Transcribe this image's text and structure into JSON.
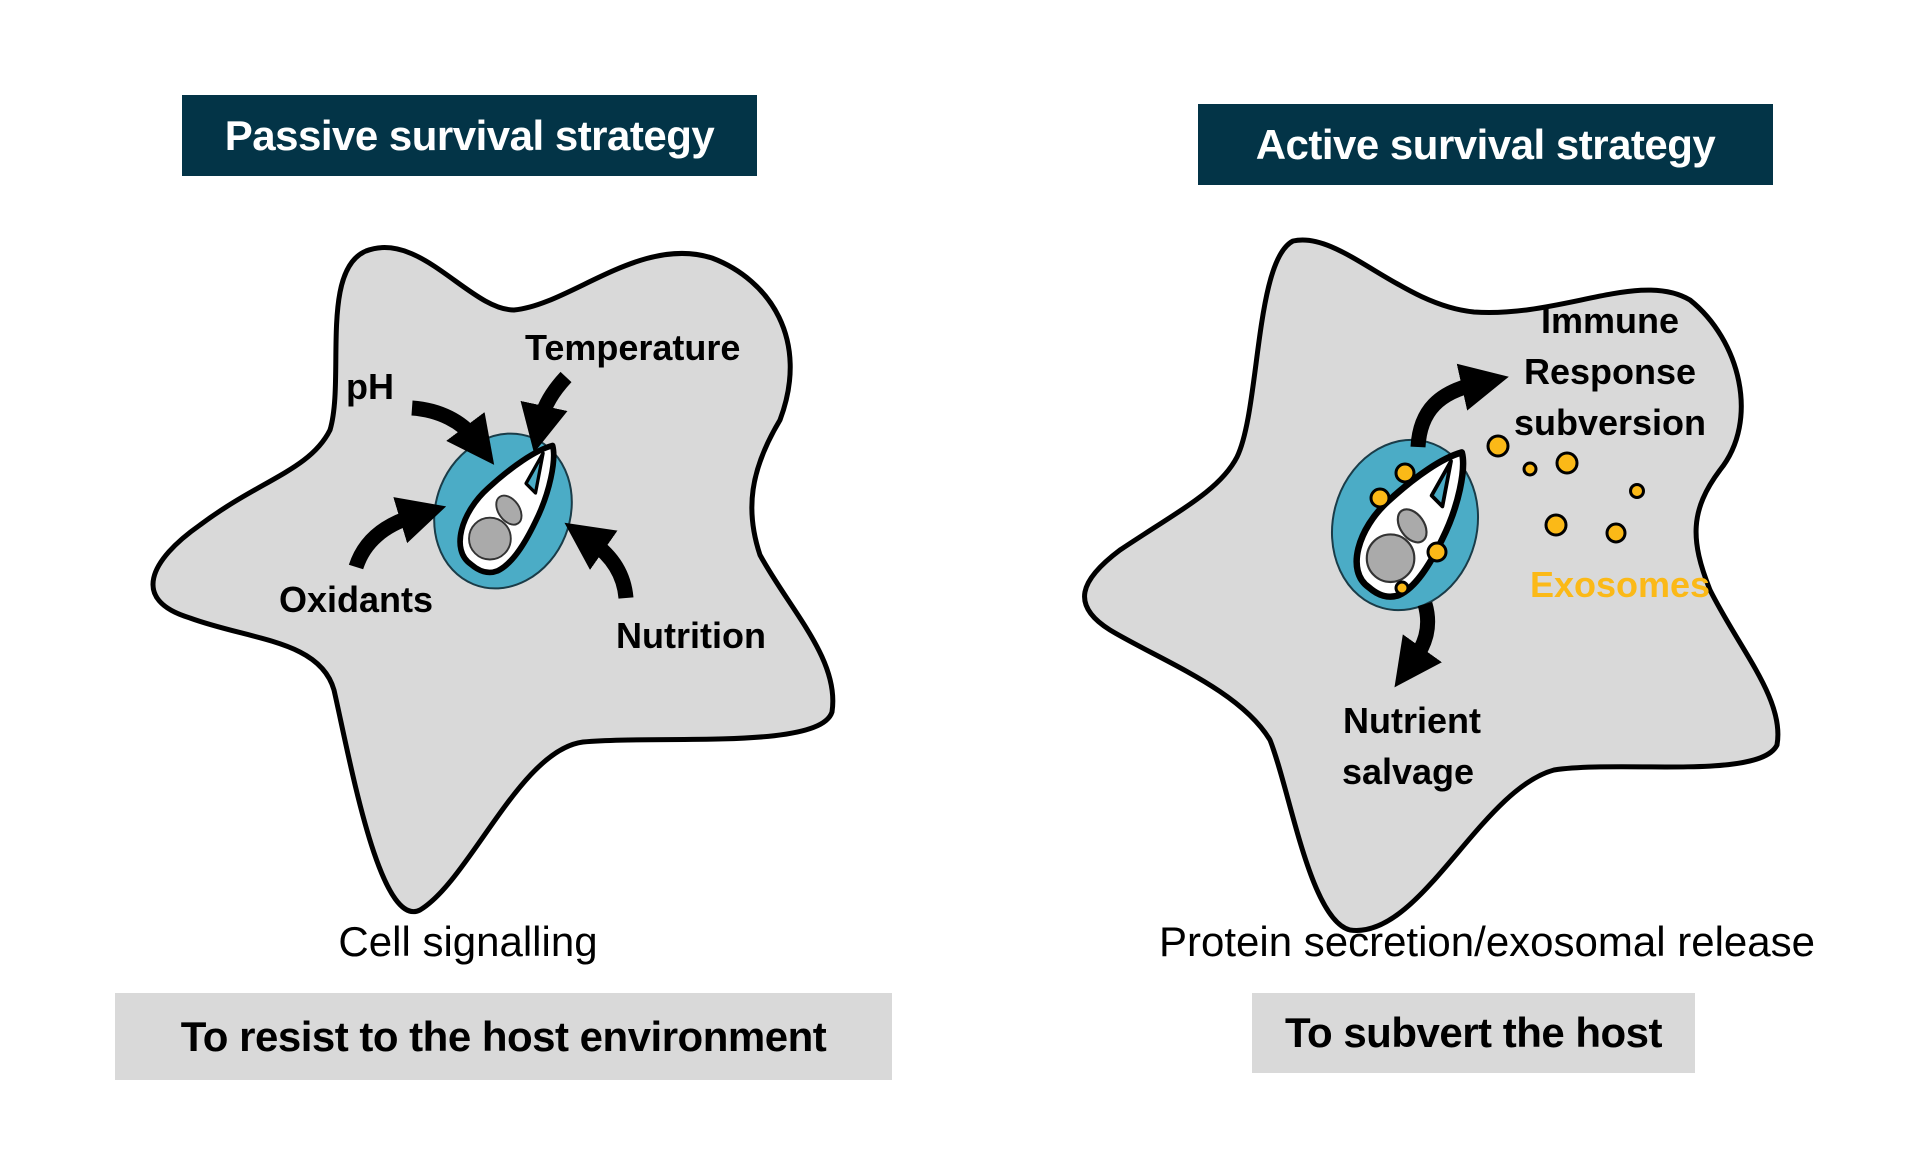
{
  "panels": {
    "passive": {
      "title": "Passive survival strategy",
      "factors": {
        "ph": "pH",
        "temperature": "Temperature",
        "oxidants": "Oxidants",
        "nutrition": "Nutrition"
      },
      "mechanism": "Cell signalling",
      "goal": "To resist to the host environment"
    },
    "active": {
      "title": "Active survival strategy",
      "outputs": {
        "immune_line1": "Immune",
        "immune_line2": "Response",
        "immune_line3": "subversion",
        "exosomes": "Exosomes",
        "nutrient_line1": "Nutrient",
        "nutrient_line2": "salvage"
      },
      "mechanism": "Protein secretion/exosomal release",
      "goal": "To subvert the host"
    }
  },
  "colors": {
    "header_bg": "#033447",
    "header_text": "#ffffff",
    "cell_fill": "#d9d9d9",
    "vacuole": "#4bacc6",
    "exosome": "#FBB917",
    "goal_bg": "#d9d9d9"
  },
  "icons": {
    "host_cell": "host-cell-icon",
    "parasite": "parasite-icon",
    "vacuole": "parasitophorous-vacuole-icon",
    "arrow": "curved-arrow-icon",
    "exosome": "exosome-icon"
  }
}
